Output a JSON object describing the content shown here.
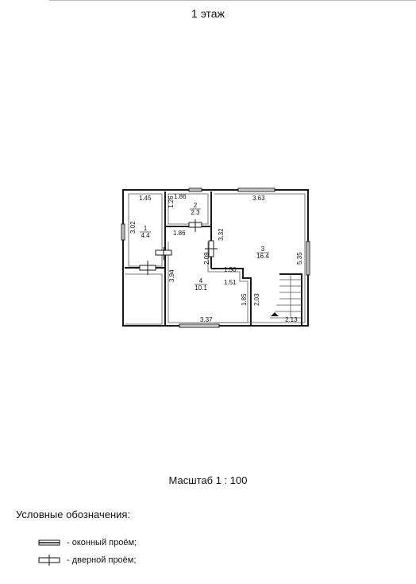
{
  "page": {
    "title": "1 этаж"
  },
  "dimensions": {
    "room1_top": "1.45",
    "room1_side": "3.02",
    "room2_top": "1.86",
    "room2_side": "1.26",
    "room2_bottom": "1.86",
    "room3_top": "3.63",
    "room3_left": "3.32",
    "room3_right": "5.35",
    "stair_bottom": "2.13",
    "room4_left": "3.94",
    "room4_bottom": "3.37",
    "room4_inner_vertical": "2.09",
    "step_top": "1.50",
    "step_bottom": "1.51",
    "corridor_left": "1.85",
    "corridor_right": "2.03"
  },
  "rooms": [
    {
      "number": "1",
      "area": "4.4"
    },
    {
      "number": "2",
      "area": "2.3"
    },
    {
      "number": "3",
      "area": "16.4"
    },
    {
      "number": "4",
      "area": "10.1"
    }
  ],
  "scale": {
    "label": "Масштаб 1 : 100"
  },
  "legend": {
    "title": "Условные обозначения:",
    "window_label": "- оконный проём;",
    "door_label": "- дверной проём;"
  }
}
